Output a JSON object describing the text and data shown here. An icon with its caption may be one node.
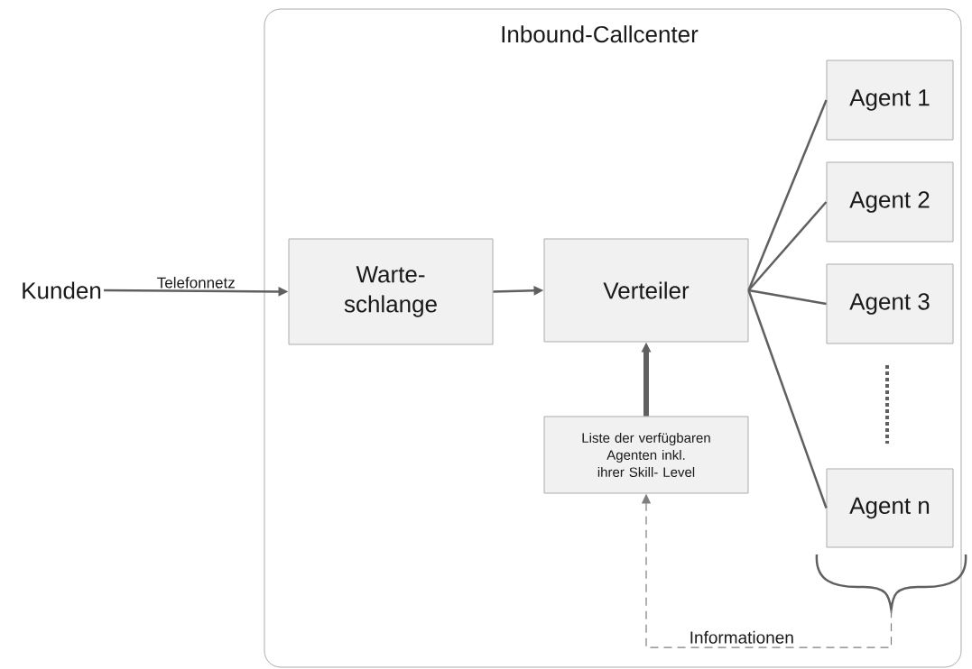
{
  "diagram": {
    "nodes": [
      {
        "text": [
          "Inbound-Callcenter"
        ]
      },
      {
        "text": [
          "Kunden"
        ]
      },
      {
        "text": [
          "Warte- schlange"
        ],
        "in": 0
      },
      {
        "text": [
          "Verteiler"
        ],
        "in": 0
      },
      {
        "text": [
          "Liste der verfügbaren Agenten inkl. ihrer Skill- Level"
        ],
        "in": 0
      },
      {
        "text": [
          "Agent 1"
        ],
        "in": 0
      },
      {
        "text": [
          "Agent 2"
        ],
        "in": 0
      },
      {
        "text": [
          "Agent 3"
        ],
        "in": 0
      },
      {
        "text": [
          "Agent n"
        ],
        "in": 0
      },
      {
        "text": [],
        "shape": "brace",
        "in": 0
      }
    ],
    "edges": [
      {
        "from": 1,
        "to": 2,
        "arrow": "to",
        "label": "Telefonnetz"
      },
      {
        "from": 2,
        "to": 3,
        "arrow": "to"
      },
      {
        "from": 4,
        "to": 3,
        "arrow": "to",
        "style": "thick"
      },
      {
        "from": 3,
        "to": 5,
        "arrow": "none"
      },
      {
        "from": 3,
        "to": 6,
        "arrow": "none"
      },
      {
        "from": 3,
        "to": 7,
        "arrow": "none"
      },
      {
        "from": 3,
        "to": 8,
        "arrow": "none"
      },
      {
        "from": 9,
        "to": 4,
        "arrow": "to",
        "style": "dashed",
        "label": "Informationen"
      }
    ]
  }
}
